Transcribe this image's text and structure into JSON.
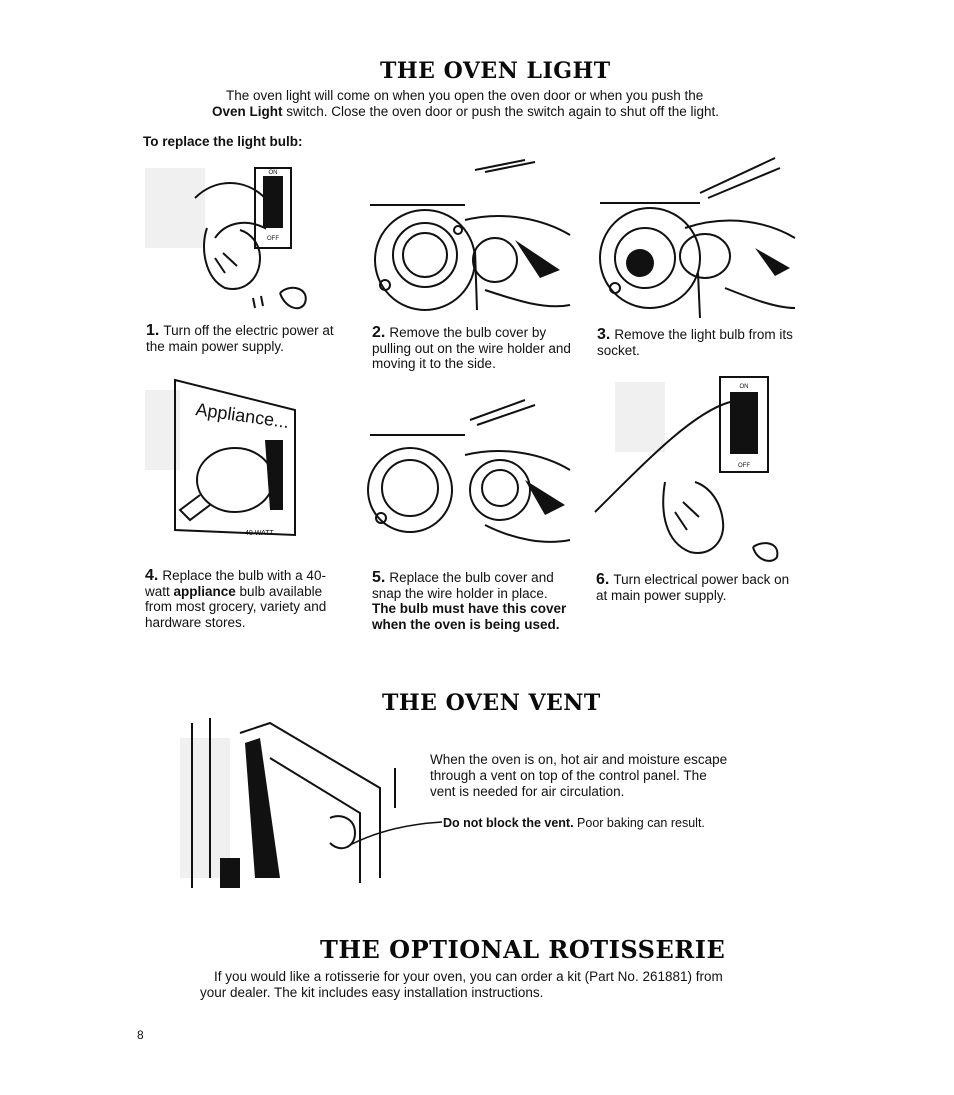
{
  "light_section": {
    "title": "THE OVEN LIGHT",
    "intro_line1": "The oven light will come on when you open the oven door or when you push the",
    "intro_bold": "Oven Light",
    "intro_line2_rest": " switch. Close the oven door or push the switch again to shut off the light.",
    "replace_heading": "To replace the light bulb:"
  },
  "steps": [
    {
      "num": "1.",
      "text": "Turn off the electric power at the main power supply."
    },
    {
      "num": "2.",
      "text": "Remove the bulb cover by pulling out on the wire holder and moving it to the side."
    },
    {
      "num": "3.",
      "text": "Remove the light bulb from its socket."
    },
    {
      "num": "4.",
      "text_before": "Replace the bulb with a 40-watt ",
      "bold": "appliance",
      "text_after": " bulb available from most grocery, variety and hardware stores."
    },
    {
      "num": "5.",
      "text_before": "Replace the bulb cover and snap the wire holder in place. ",
      "bold": "The bulb must have this cover when the oven is being used."
    },
    {
      "num": "6.",
      "text": "Turn electrical power back on at main power supply."
    }
  ],
  "illustration_labels": {
    "switch_on": "ON",
    "switch_off": "OFF",
    "bulb_box": "Appliance...",
    "bulb_watt": "40 WATT"
  },
  "vent_section": {
    "title": "THE OVEN VENT",
    "paragraph": "When the oven is on, hot air and moisture escape through a vent on top of the control panel. The vent is needed for air circulation.",
    "warning_bold": "Do not block the vent.",
    "warning_rest": " Poor baking can result."
  },
  "rotisserie_section": {
    "title": "THE OPTIONAL ROTISSERIE",
    "paragraph": "If you would like a rotisserie for your oven, you can order a kit (Part No. 261881) from your dealer. The kit includes easy installation instructions."
  },
  "page_number": "8"
}
